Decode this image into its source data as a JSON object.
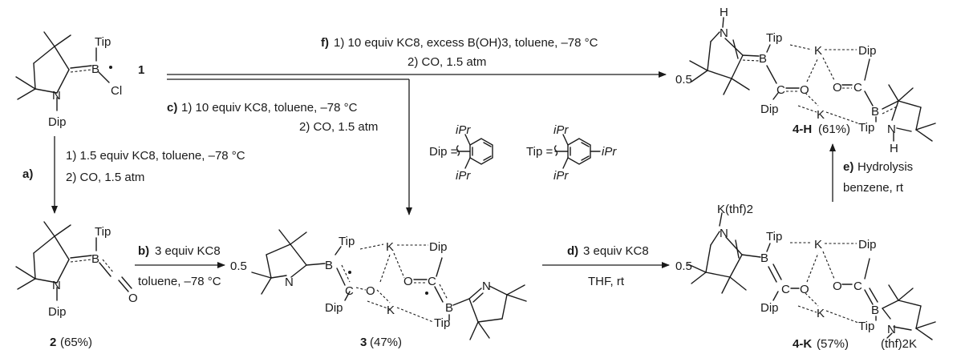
{
  "legend": {
    "dip": "Dip =",
    "tip": "Tip =",
    "ipr": "iPr"
  },
  "atoms": {
    "B": "B",
    "N": "N",
    "O": "O",
    "C": "C",
    "K": "K",
    "H": "H",
    "Cl": "Cl",
    "tip": "Tip",
    "dip": "Dip",
    "half": "0.5",
    "kthf": "K(thf)2",
    "thfk": "(thf)2K"
  },
  "compounds": {
    "c1": {
      "num": "1"
    },
    "c2": {
      "num": "2",
      "yield": "(65%)"
    },
    "c3": {
      "num": "3",
      "yield": "(47%)"
    },
    "c4k": {
      "num": "4-K",
      "yield": "(57%)"
    },
    "c4h": {
      "num": "4-H",
      "yield": "(61%)"
    }
  },
  "steps": {
    "a": {
      "letter": "a)",
      "line1": "1) 1.5 equiv KC8, toluene, –78 °C",
      "line2": "2) CO, 1.5 atm"
    },
    "b": {
      "letter": "b)",
      "line1": "3 equiv KC8",
      "line2": "toluene, –78 °C"
    },
    "c": {
      "letter": "c)",
      "line1": "1) 10 equiv KC8, toluene, –78 °C",
      "line2": "2) CO, 1.5 atm"
    },
    "d": {
      "letter": "d)",
      "line1": "3 equiv KC8",
      "line2": "THF, rt"
    },
    "e": {
      "letter": "e)",
      "line1": "Hydrolysis",
      "line2": "benzene, rt"
    },
    "f": {
      "letter": "f)",
      "line1": "1) 10 equiv KC8, excess B(OH)3, toluene, –78 °C",
      "line2": "2) CO, 1.5 atm"
    }
  }
}
